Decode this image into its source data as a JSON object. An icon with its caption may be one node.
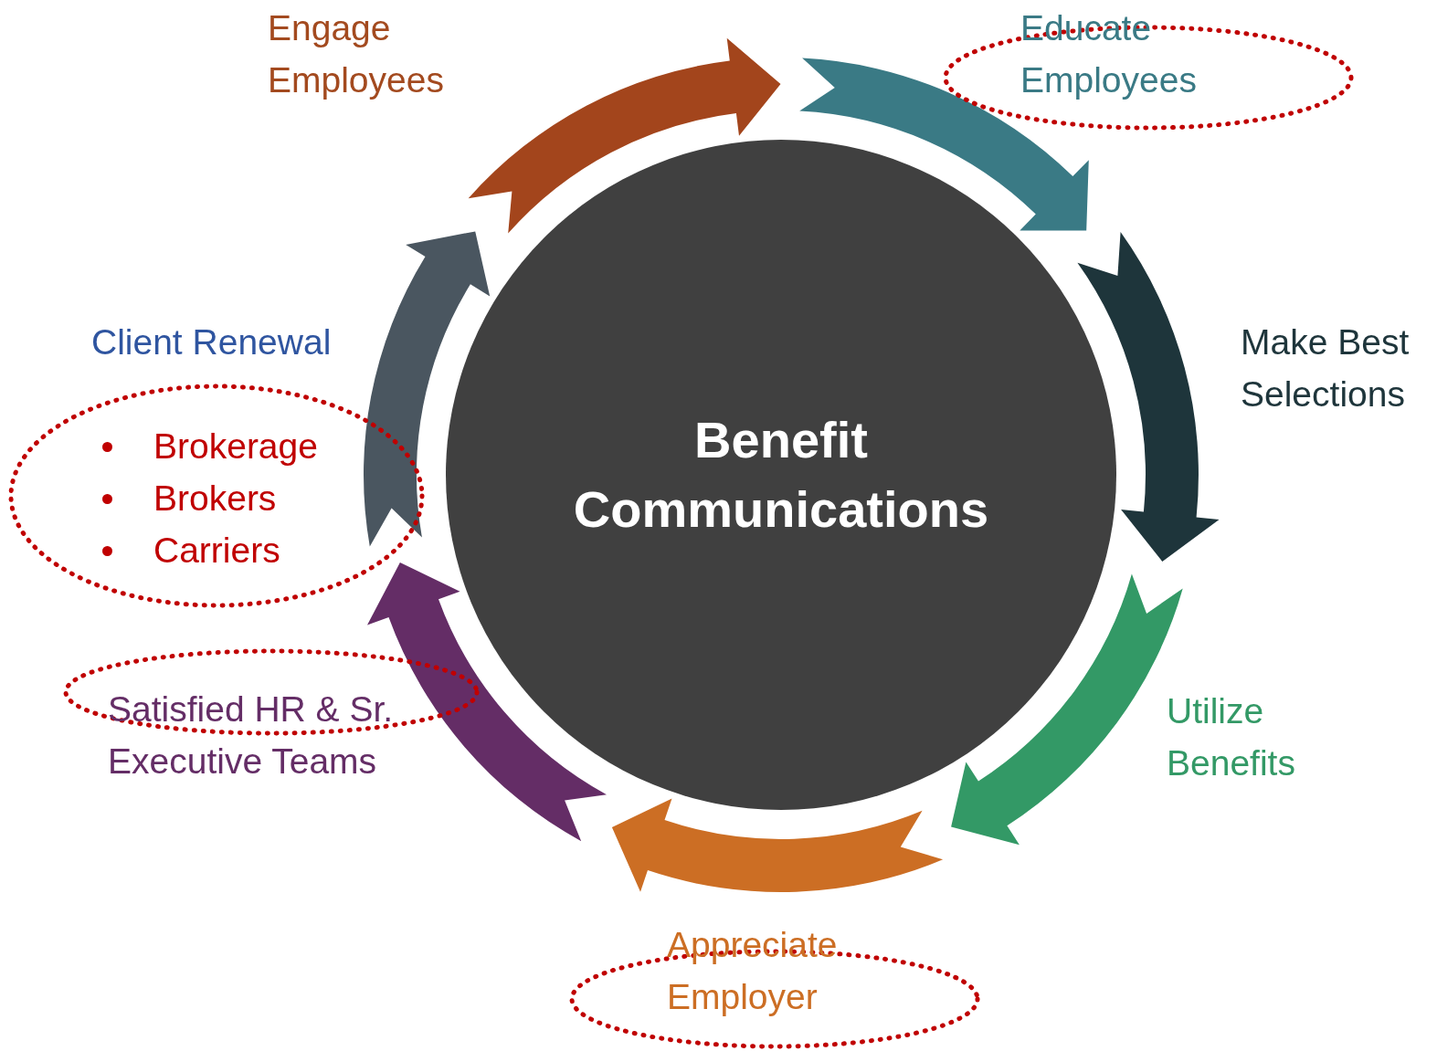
{
  "diagram": {
    "nodes": [
      {
        "text": [
          "Benefit Communications"
        ]
      },
      {
        "text": [],
        "shape": "arrow",
        "beside": [
          "Engage Employees"
        ]
      },
      {
        "text": [],
        "shape": "arrow",
        "beside": [
          "Educate Employees"
        ]
      },
      {
        "text": [],
        "shape": "arrow",
        "beside": [
          "Make Best Selections"
        ]
      },
      {
        "text": [],
        "shape": "arrow",
        "beside": [
          "Utilize Benefits"
        ]
      },
      {
        "text": [],
        "shape": "arrow",
        "beside": [
          "Appreciate Employer"
        ]
      },
      {
        "text": [],
        "shape": "arrow",
        "beside": [
          "Satisfied HR & Sr. Executive Teams"
        ]
      },
      {
        "text": [],
        "shape": "arrow",
        "beside": [
          "Client Renewal",
          "Brokerage",
          "Brokers",
          "Carriers"
        ]
      }
    ]
  }
}
